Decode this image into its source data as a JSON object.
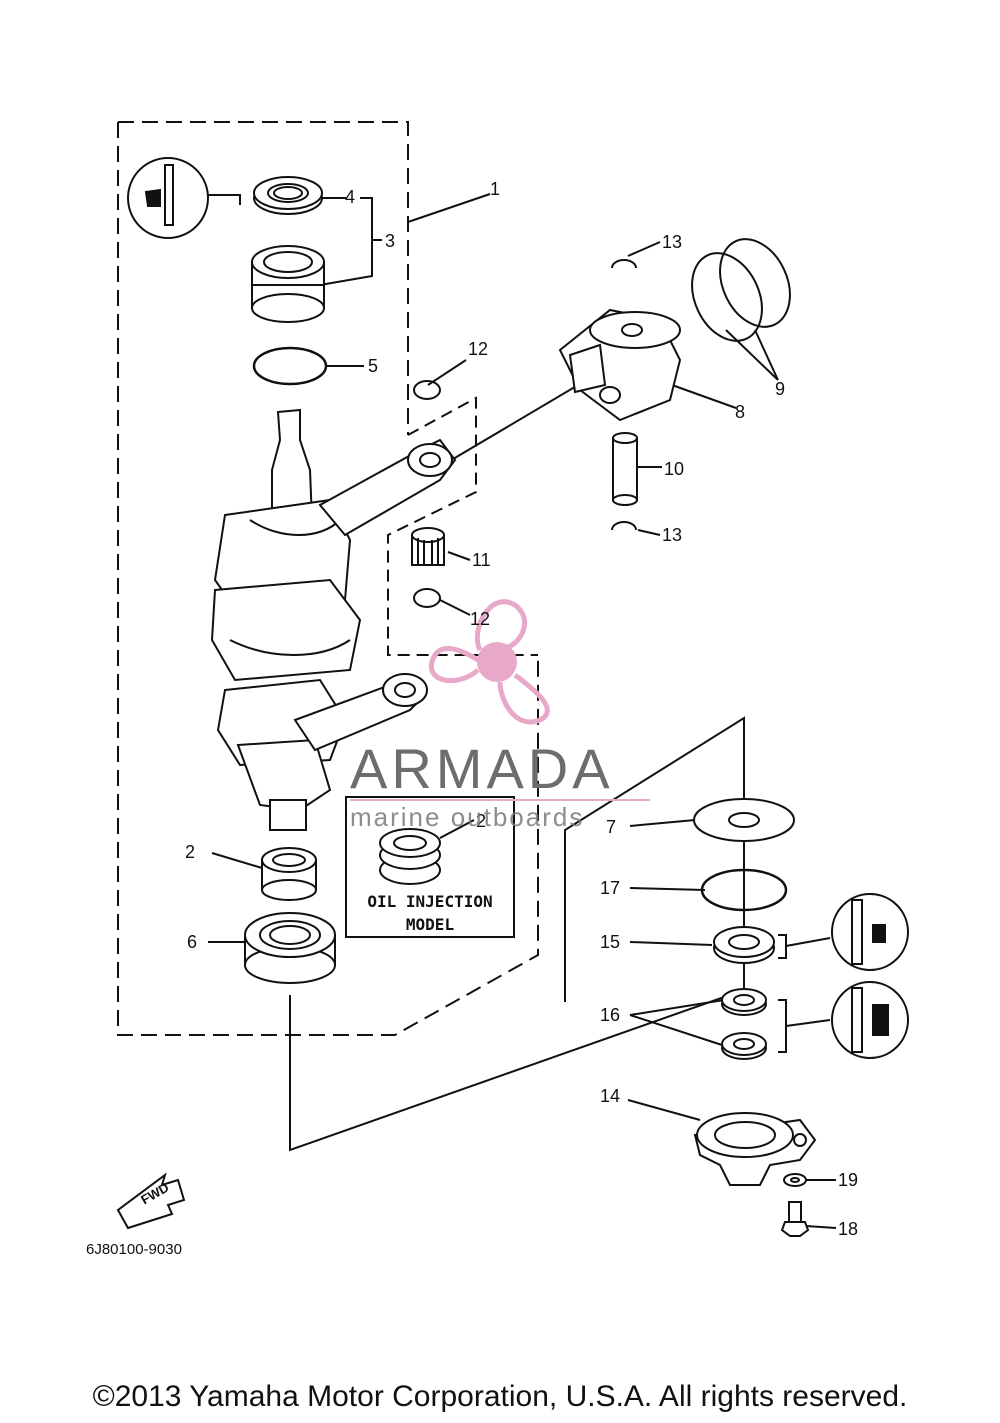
{
  "callouts": [
    {
      "id": "1",
      "text": "1"
    },
    {
      "id": "2a",
      "text": "2"
    },
    {
      "id": "2b",
      "text": "2"
    },
    {
      "id": "3",
      "text": "3"
    },
    {
      "id": "4",
      "text": "4"
    },
    {
      "id": "5",
      "text": "5"
    },
    {
      "id": "6",
      "text": "6"
    },
    {
      "id": "7",
      "text": "7"
    },
    {
      "id": "8",
      "text": "8"
    },
    {
      "id": "9",
      "text": "9"
    },
    {
      "id": "10",
      "text": "10"
    },
    {
      "id": "11",
      "text": "11"
    },
    {
      "id": "12a",
      "text": "12"
    },
    {
      "id": "12b",
      "text": "12"
    },
    {
      "id": "13a",
      "text": "13"
    },
    {
      "id": "13b",
      "text": "13"
    },
    {
      "id": "14",
      "text": "14"
    },
    {
      "id": "15",
      "text": "15"
    },
    {
      "id": "16",
      "text": "16"
    },
    {
      "id": "17",
      "text": "17"
    },
    {
      "id": "18",
      "text": "18"
    },
    {
      "id": "19",
      "text": "19"
    }
  ],
  "oil_injection_box": {
    "line1": "OIL  INJECTION",
    "line2": "MODEL"
  },
  "fwd_arrow_label": "FWD",
  "model_code": "6J80100-9030",
  "watermark": {
    "brand": "ARMADA",
    "tagline": "marine outboards",
    "color": "#e8a9c8"
  },
  "copyright": "©2013 Yamaha Motor Corporation, U.S.A. All rights reserved."
}
